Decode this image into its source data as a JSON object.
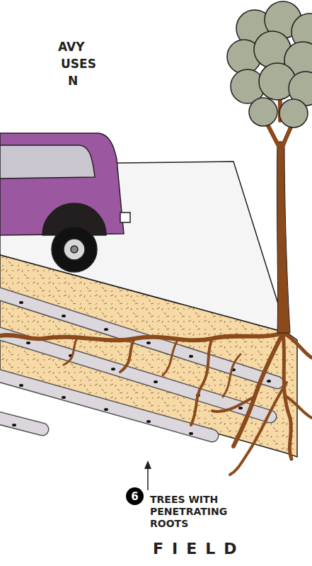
{
  "diagram": {
    "nodes": [
      {
        "text": [
          "6"
        ]
      }
    ],
    "labels": [
      "AVY",
      "USES",
      "N",
      "TREES WITH PENETRATING ROOTS",
      "FIELD"
    ]
  }
}
